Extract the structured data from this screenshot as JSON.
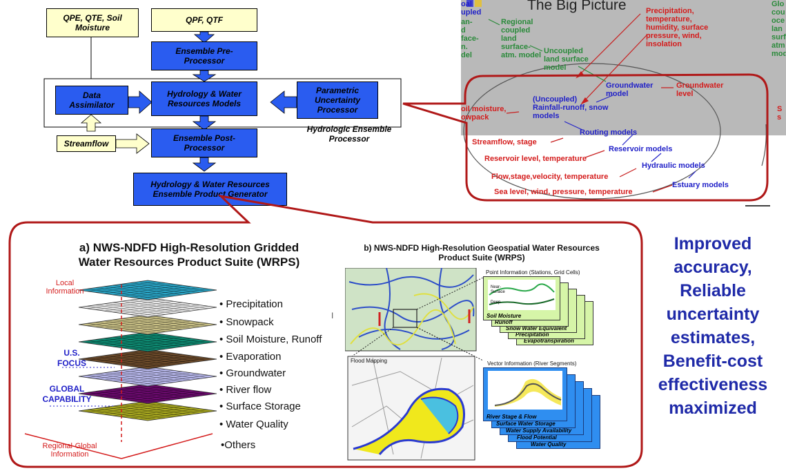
{
  "flowchart": {
    "qpe_box": "QPE, QTE, Soil Moisture",
    "qpf_box": "QPF, QTF",
    "pre_processor": "Ensemble Pre-Processor",
    "data_assimilator": "Data Assimilator",
    "hydrology_models": "Hydrology & Water Resources Models",
    "parametric_uncertainty": "Parametric Uncertainty Processor",
    "hep_label": "Hydrologic Ensemble Processor",
    "streamflow": "Streamflow",
    "post_processor": "Ensemble Post-Processor",
    "product_generator": "Hydrology & Water Resources Ensemble Product Generator"
  },
  "big_picture": {
    "title": "The Big Picture",
    "left_top_fragment": "oal",
    "coupled_fragment": "upled",
    "left_col_fragments": [
      "an-",
      "d",
      "face-",
      "n.",
      "del"
    ],
    "regional_coupled": "Regional coupled land surface- atm. model",
    "uncoupled_land": "Uncoupled land surface model",
    "precip_vars": "Precipitation, temperature, humidity, surface pressure, wind, insolation",
    "groundwater_model": "Groundwater model",
    "groundwater_level": "Groundwater level",
    "uncoupled_rr": "(Uncoupled) Rainfall-runoff, snow models",
    "soil_moisture_snowpack": "oil moisture, owpack",
    "routing_models": "Routing models",
    "streamflow_stage": "Streamflow, stage",
    "reservoir_models": "Reservoir models",
    "reservoir_level": "Reservoir level, temperature",
    "hydraulic_models": "Hydraulic models",
    "flow_stage": "Flow,stage,velocity, temperature",
    "estuary_models": "Estuary models",
    "sea_level": "Sea level, wind, pressure, temperature",
    "right_fragments": [
      "Glo",
      "cou",
      "oce",
      "lan",
      "surf",
      "atm",
      "mod"
    ],
    "right_s_fragments": [
      "S",
      "s"
    ]
  },
  "panel_a": {
    "title_line1": "a) NWS-NDFD High-Resolution Gridded",
    "title_line2": "Water Resources Product Suite (WRPS)",
    "local_info": "Local Information",
    "us_focus": "U.S. FOCUS",
    "global_capability": "GLOBAL CAPABILITY",
    "regional_global": "Regional-Global Information",
    "layers": [
      "• Precipitation",
      "• Snowpack",
      "• Soil Moisture, Runoff",
      "• Evaporation",
      "• Groundwater",
      "• River flow",
      "• Surface Storage",
      "• Water Quality",
      "•Others"
    ],
    "layer_colors": [
      "#2aa3c4",
      "#e8e8e8",
      "#c9c086",
      "#0e8a72",
      "#6b4a2a",
      "#b8b8ec",
      "#6b0a6e",
      "#a8a820"
    ]
  },
  "panel_b": {
    "title_line1": "b) NWS-NDFD High-Resolution Geospatial Water Resources",
    "title_line2": "Product Suite (WRPS)",
    "stray_mark": "I",
    "point_info": "Point Information (Stations, Grid Cells)",
    "near_surface": "Near-Surface",
    "deep": "Deep",
    "point_cards": [
      "Soil Moisture",
      "Runoff",
      "Snow Water Equivalent",
      "Precipitation",
      "Evapotranspiration"
    ],
    "flood_mapping": "Flood Mapping",
    "vector_info": "Vector Information (River Segments)",
    "vector_cards": [
      "River Stage & Flow",
      "Surface Water Storage",
      "Water Supply Availability",
      "Flood Potential",
      "Water Quality"
    ]
  },
  "closing_text": [
    "Improved",
    "accuracy,",
    "Reliable",
    "uncertainty",
    "estimates,",
    "Benefit-cost",
    "effectiveness",
    "maximized"
  ]
}
